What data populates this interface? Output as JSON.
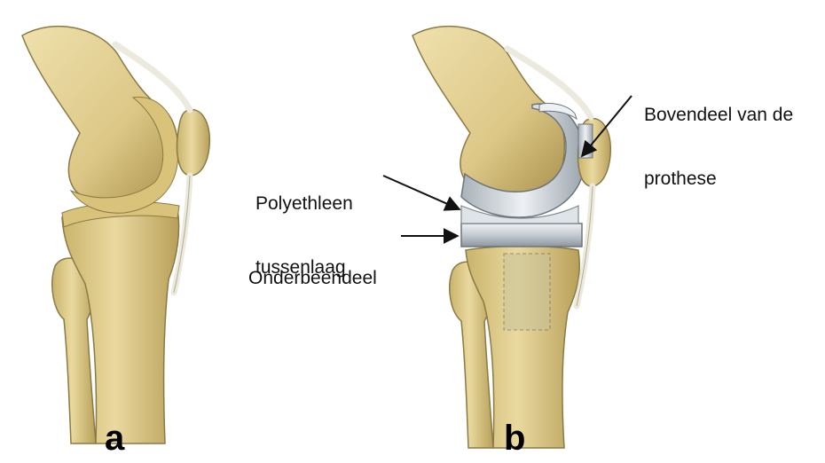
{
  "panels": {
    "a": {
      "letter": "a"
    },
    "b": {
      "letter": "b"
    }
  },
  "labels": {
    "upper_part": {
      "line1": "Bovendeel van de",
      "line2": "prothese"
    },
    "polyethylene": {
      "line1": "Polyethleen",
      "line2": "tussenlaag"
    },
    "lower_part": {
      "line1": "Onderbeendeel"
    }
  },
  "colors": {
    "bone": "#e6d59a",
    "bone_shadow": "#b39b55",
    "bone_outline": "#8a7a45",
    "implant_light": "#d8dde3",
    "implant_dark": "#9aa3ac",
    "tendon": "#ece9de",
    "cartilage": "#d9c27a"
  }
}
